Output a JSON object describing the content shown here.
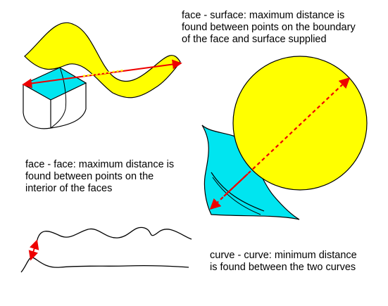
{
  "captions": {
    "face_surface": [
      "face - surface: maximum distance is",
      "found between points on the boundary",
      "of the face and surface supplied"
    ],
    "face_face": [
      "face - face: maximum distance is",
      "found between points on the",
      "interior of the faces"
    ],
    "curve_curve": [
      "curve - curve: minimum distance",
      "is found between the two curves"
    ]
  },
  "colors": {
    "surface_fill": "#ffff00",
    "face_fill": "#00e5f0",
    "outline": "#000000",
    "distance_arrow": "#ee0000"
  }
}
